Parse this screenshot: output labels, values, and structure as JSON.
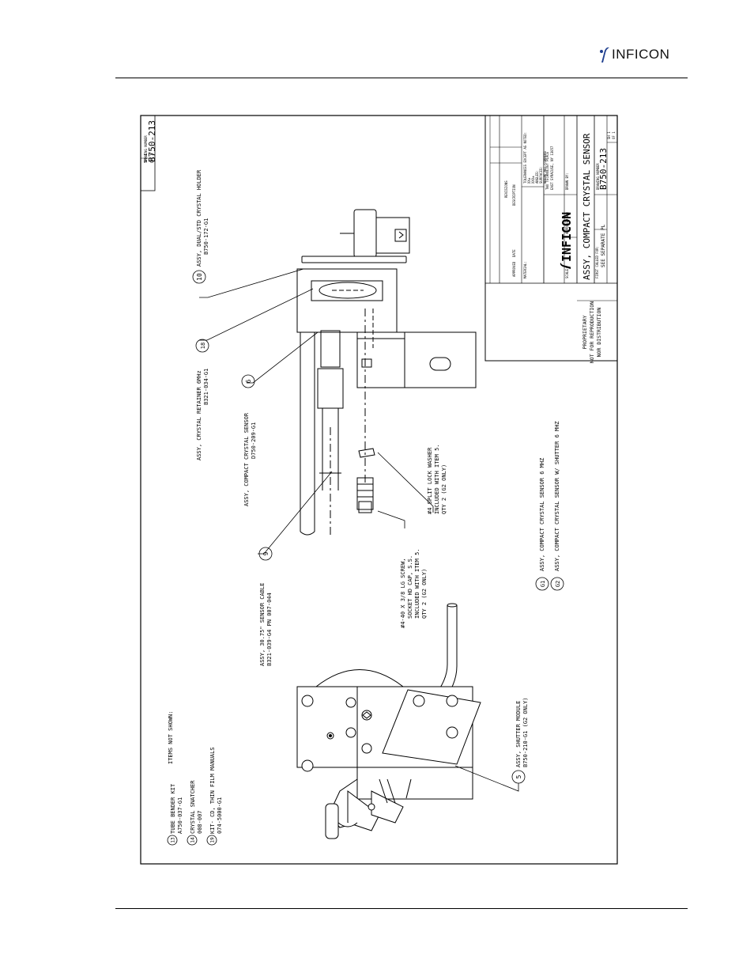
{
  "header": {
    "brand_name": "INFICON",
    "brand_color": "#1f3f8f"
  },
  "drawing": {
    "number_label": "DRAWING NUMBER",
    "number": "B750-213",
    "sheet_label": "SH 1",
    "sheet_of": "OF 1",
    "items_not_shown": {
      "title": "ITEMS NOT SHOWN:",
      "items": [
        {
          "num": "13",
          "name": "TUBE BENDER KIT",
          "part": "A750-037-G1"
        },
        {
          "num": "14",
          "name": "CRYSTAL SNATCHER",
          "part": "008-007"
        },
        {
          "num": "19",
          "name": "KIT- CD, THIN FILM MANUALS",
          "part": "074-5000-G1"
        }
      ]
    },
    "callouts": {
      "c10": {
        "num": "10",
        "line1": "ASSY, DUAL/STD CRYSTAL HOLDER",
        "line2": "B750-172-G1"
      },
      "c18": {
        "num": "18",
        "line1": "ASSY, CRYSTAL RETAINER 6MHz",
        "line2": "B321-034-G1"
      },
      "c6": {
        "num": "6",
        "line1": "ASSY, COMPACT CRYSTAL SENSOR",
        "line2": "D750-209-G1"
      },
      "c9": {
        "num": "9",
        "line1": "ASSY, 30.75\" SENSOR CABLE",
        "line2": "B321-039-G4   PN 007-044"
      },
      "c5": {
        "num": "5",
        "line1": "ASSY, SHUTTER MODULE",
        "line2": "B750-210-G1 (G2 ONLY)"
      },
      "washer": {
        "lines": [
          "#4 SPLIT LOCK WASHER",
          "INCLUDED WITH ITEM 5.",
          "QTY 2 (G2 ONLY)"
        ]
      },
      "screw": {
        "lines": [
          "#4-40 X 3/8 LG SCREW,",
          "SOCKET HD CAP, S.S.",
          "INCLUDED WITH ITEM 5.",
          "QTY 2 (G2 ONLY)"
        ]
      }
    },
    "groups": [
      {
        "num": "G1",
        "text": "ASSY, COMPACT CRYSTAL SENSOR   6 MHZ"
      },
      {
        "num": "G2",
        "text": "ASSY, COMPACT CRYSTAL SENSOR W/ SHUTTER   6 MHZ"
      }
    ],
    "proprietary": [
      "PROPRIETARY",
      "NOT FOR REPRODUCTION",
      "NOR DISTRIBUTION"
    ],
    "title_block": {
      "title": "ASSY, COMPACT CRYSTAL SENSOR",
      "revisions_label": "REVISIONS",
      "description_label": "DESCRIPTION",
      "date_label": "DATE",
      "approved_label": "APPROVED",
      "material_label": "MATERIAL:",
      "tolerances": [
        "TOLERANCES EXCEPT AS NOTED:",
        "XX±",
        "XXX±",
        "ANGLES:",
        "SURFACES:",
        "BREAK ALL CORNERS"
      ],
      "address": [
        "TWO TECHNOLOGY PLACE",
        "EAST SYRACUSE, NY 13057"
      ],
      "scale_label": "SCALE:",
      "first_called": "FIRST CALLED FOR:",
      "see_separate": "SEE SEPARATE PL",
      "approved_by": "APPROVED BY:",
      "drawn_by": "DRAWN BY:"
    }
  }
}
